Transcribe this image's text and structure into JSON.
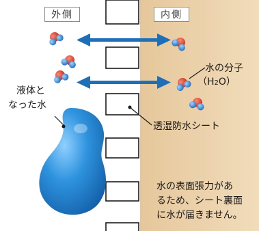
{
  "labels": {
    "outside": "外側",
    "inside": "内側",
    "water_molecule": "水の分子",
    "formula_prefix": "（H",
    "formula_subscript": "2",
    "formula_suffix": "O）",
    "liquid_water_line1": "液体と",
    "liquid_water_line2": "なった水",
    "sheet": "透湿防水シート"
  },
  "note": {
    "line1": "水の表面張力があ",
    "line2": "るため、シート裏面",
    "line3": "に水が届きません。"
  },
  "colors": {
    "inner_background": "#e8cba0",
    "arrow": "#1f6fb8",
    "oxygen": "#d9392b",
    "hydrogen": "#2f86d6",
    "droplet": "#2b8fd8"
  }
}
